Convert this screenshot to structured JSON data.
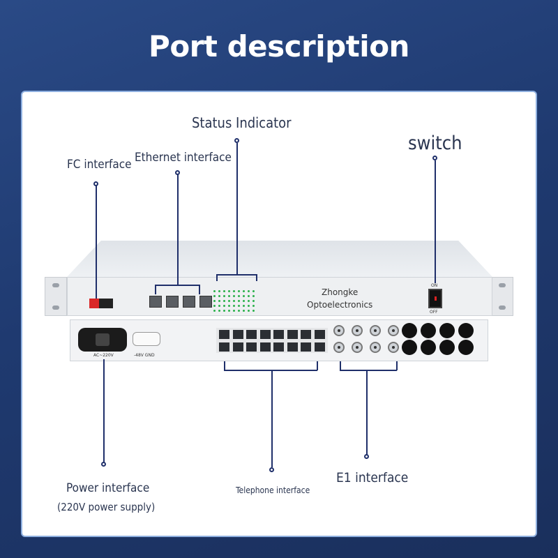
{
  "title": "Port description",
  "labels": {
    "fc": "FC interface",
    "ethernet": "Ethernet interface",
    "status": "Status Indicator",
    "switch": "switch",
    "power": "Power interface",
    "power_note": "(220V power supply)",
    "telephone": "Telephone interface",
    "e1": "E1 interface"
  },
  "device": {
    "brand_line1": "Zhongke",
    "brand_line2": "Optoelectronics",
    "switch_on": "ON",
    "switch_off": "OFF",
    "ac_label": "AC~220V",
    "dc_label": "-48V GND"
  },
  "colors": {
    "background": "#1f3a70",
    "card_border": "#8fb0e0",
    "line": "#1f2f6a",
    "fc_port": "#d92828"
  }
}
